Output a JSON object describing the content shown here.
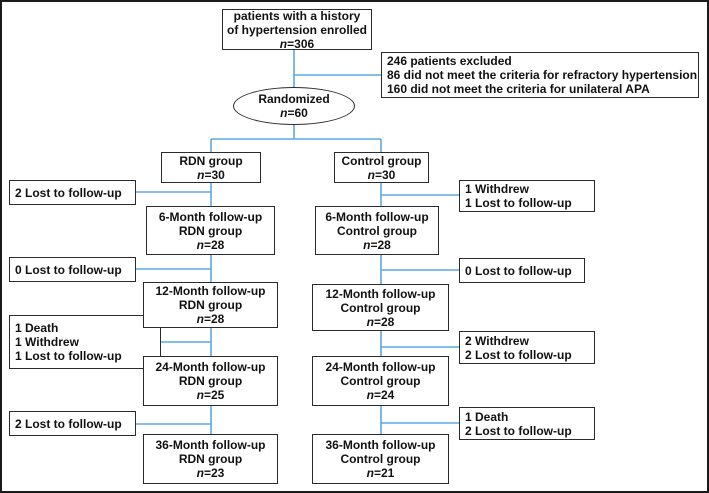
{
  "enrolled": {
    "line1": "patients with a history",
    "line2": "of hypertension enrolled",
    "n": "306"
  },
  "excluded": {
    "line1": "246 patients excluded",
    "line2": "86 did not meet the criteria for refractory hypertension",
    "line3": "160 did not meet the criteria for unilateral APA"
  },
  "randomized": {
    "label": "Randomized",
    "n": "60"
  },
  "n_prefix": "n",
  "rdn": {
    "group": {
      "label": "RDN group",
      "n": "30"
    },
    "m6": {
      "line1": "6-Month follow-up",
      "line2": "RDN group",
      "n": "28"
    },
    "m12": {
      "line1": "12-Month follow-up",
      "line2": "RDN group",
      "n": "28"
    },
    "m24": {
      "line1": "24-Month follow-up",
      "line2": "RDN group",
      "n": "25"
    },
    "m36": {
      "line1": "36-Month follow-up",
      "line2": "RDN group",
      "n": "23"
    },
    "loss1": {
      "line1": "2 Lost to follow-up"
    },
    "loss2": {
      "line1": "0 Lost to follow-up"
    },
    "loss3": {
      "line1": "1 Death",
      "line2": "1 Withdrew",
      "line3": "1 Lost to follow-up"
    },
    "loss4": {
      "line1": "2 Lost to follow-up"
    }
  },
  "control": {
    "group": {
      "label": "Control group",
      "n": "30"
    },
    "m6": {
      "line1": "6-Month follow-up",
      "line2": "Control group",
      "n": "28"
    },
    "m12": {
      "line1": "12-Month follow-up",
      "line2": "Control group",
      "n": "28"
    },
    "m24": {
      "line1": "24-Month follow-up",
      "line2": "Control group",
      "n": "24"
    },
    "m36": {
      "line1": "36-Month follow-up",
      "line2": "Control group",
      "n": "21"
    },
    "loss1": {
      "line1": "1 Withdrew",
      "line2": "1 Lost to follow-up"
    },
    "loss2": {
      "line1": "0 Lost to follow-up"
    },
    "loss3": {
      "line1": "2 Withdrew",
      "line2": "2 Lost to follow-up"
    },
    "loss4": {
      "line1": "1 Death",
      "line2": "2 Lost to follow-up"
    }
  }
}
